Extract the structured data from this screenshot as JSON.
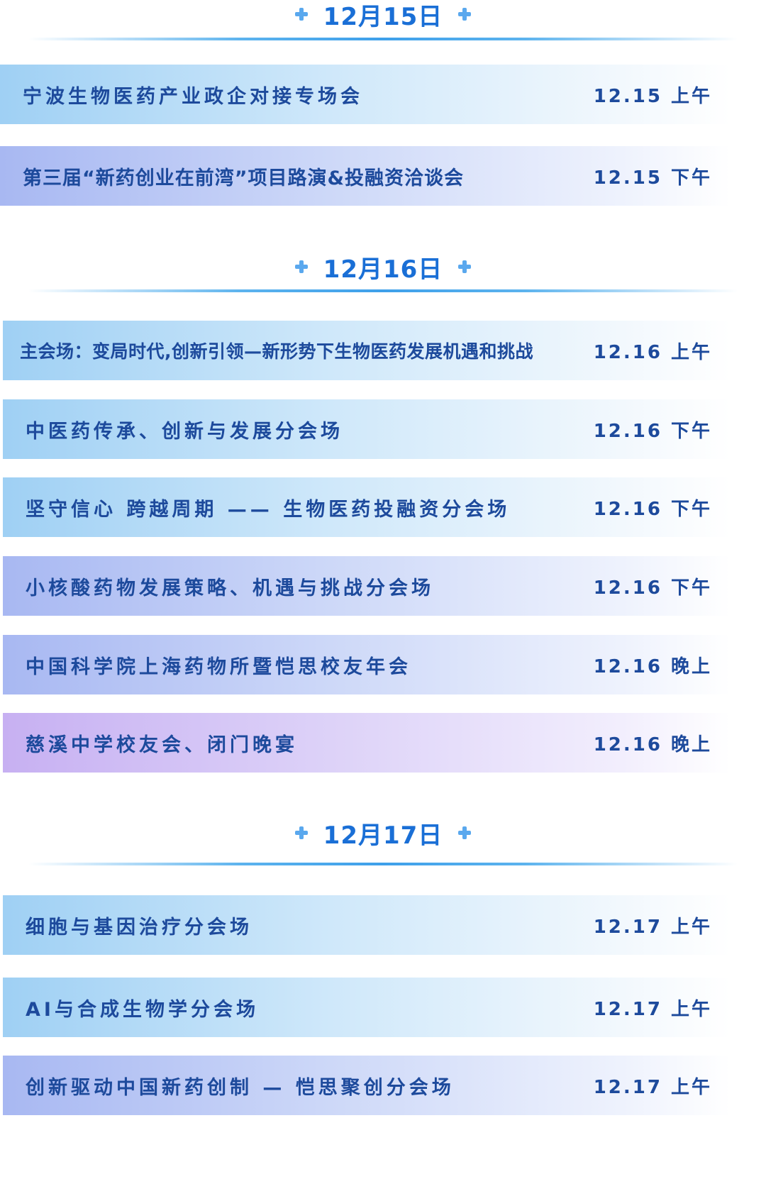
{
  "days": [
    {
      "title": "12月15日",
      "events": [
        {
          "title": "宁波生物医药产业政企对接专场会",
          "time": "12.15 上午"
        },
        {
          "title": "第三届“新药创业在前湾”项目路演&投融资洽谈会",
          "time": "12.15 下午"
        }
      ]
    },
    {
      "title": "12月16日",
      "events": [
        {
          "title": "主会场：变局时代,创新引领—新形势下生物医药发展机遇和挑战",
          "time": "12.16 上午"
        },
        {
          "title": "中医药传承、创新与发展分会场",
          "time": "12.16 下午"
        },
        {
          "title": "坚守信心 跨越周期 —— 生物医药投融资分会场",
          "time": "12.16 下午"
        },
        {
          "title": "小核酸药物发展策略、机遇与挑战分会场",
          "time": "12.16 下午"
        },
        {
          "title": "中国科学院上海药物所暨恺思校友年会",
          "time": "12.16 晚上"
        },
        {
          "title": "慈溪中学校友会、闭门晚宴",
          "time": "12.16 晚上"
        }
      ]
    },
    {
      "title": "12月17日",
      "events": [
        {
          "title": "细胞与基因治疗分会场",
          "time": "12.17 上午"
        },
        {
          "title": "AI与合成生物学分会场",
          "time": "12.17 上午"
        },
        {
          "title": "创新驱动中国新药创制 — 恺思聚创分会场",
          "time": "12.17 上午"
        }
      ]
    }
  ]
}
